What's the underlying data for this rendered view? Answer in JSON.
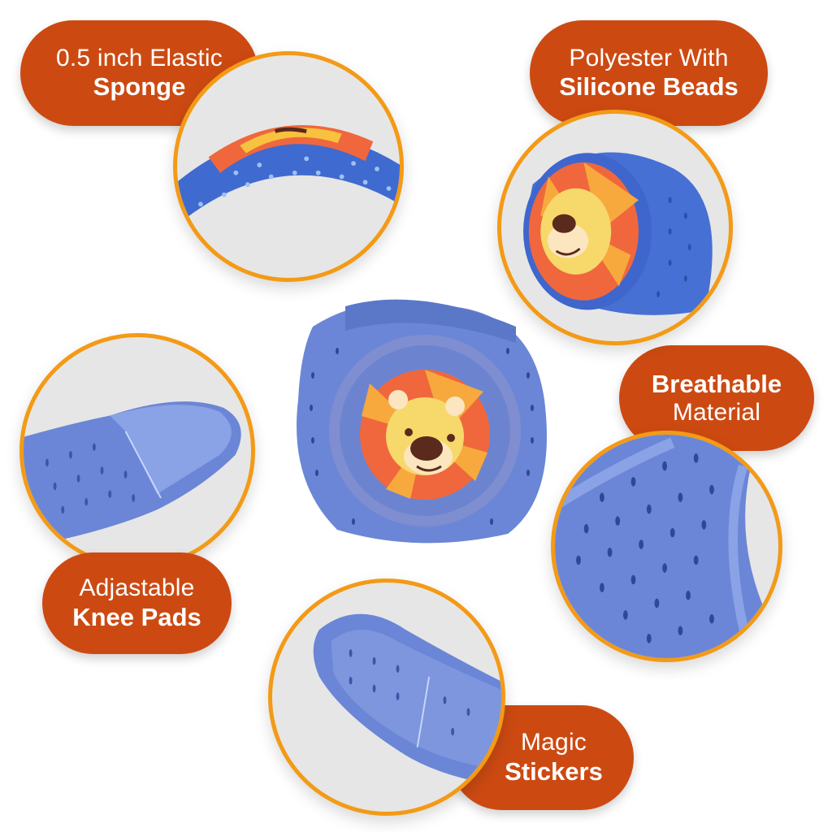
{
  "colors": {
    "pill_bg": "#cc4a12",
    "pill_text": "#ffffff",
    "circle_border": "#f39a16",
    "circle_bg": "#e6e6e6",
    "fabric_blue": "#6b86d6",
    "lion_orange": "#f0673d",
    "lion_yellow": "#f7c23d",
    "lion_nose": "#5a2a1c"
  },
  "features": [
    {
      "id": "sponge",
      "line1": "0.5 inch Elastic",
      "line2": "Sponge",
      "image": "sponge-closeup"
    },
    {
      "id": "silicone",
      "line1": "Polyester With",
      "line2": "Silicone Beads",
      "image": "knee-pad-side-view"
    },
    {
      "id": "adjustable",
      "line1": "Adjastable",
      "line2": "Knee Pads",
      "image": "strap-closeup"
    },
    {
      "id": "breathable",
      "line1": "Breathable",
      "line2": "Material",
      "image": "mesh-closeup"
    },
    {
      "id": "magic",
      "line1": "Magic",
      "line2": "Stickers",
      "image": "velcro-strap-closeup"
    }
  ],
  "product": {
    "name": "baby-knee-pad-lion",
    "image": "lion-knee-pad-front"
  }
}
